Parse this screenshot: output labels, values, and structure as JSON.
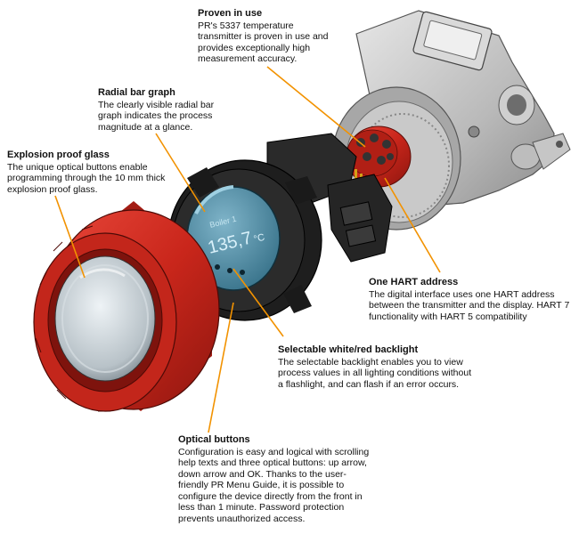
{
  "colors": {
    "leader_line": "#f29200",
    "housing_red": "#d42a1f",
    "housing_grey": "#bfbfbf",
    "display_blue": "#4f8fa8",
    "body_black": "#1e1e1e"
  },
  "display": {
    "line1": "Boiler 1",
    "value": "135,7",
    "unit": "°C"
  },
  "callouts": [
    {
      "id": "proven",
      "title": "Proven in use",
      "text": "PR's 5337 temperature transmitter is proven in use and provides exceptionally high measurement accuracy."
    },
    {
      "id": "radial",
      "title": "Radial bar graph",
      "text": "The clearly visible radial bar graph indicates the process magnitude at a glance."
    },
    {
      "id": "glass",
      "title": "Explosion proof glass",
      "text": "The unique optical buttons enable programming through the 10 mm thick explosion proof glass."
    },
    {
      "id": "hart",
      "title": "One HART address",
      "text": "The digital interface uses one HART address between the transmitter and the display. HART 7 functionality with HART 5 compatibility"
    },
    {
      "id": "backlight",
      "title": "Selectable white/red backlight",
      "text": "The selectable backlight enables you to view process values in all lighting conditions without a flashlight, and can flash if an error occurs."
    },
    {
      "id": "optical",
      "title": "Optical buttons",
      "text": "Configuration is easy and logical with scrolling help texts and three optical buttons: up arrow, down arrow and OK. Thanks to the user-friendly PR Menu Guide, it is possible to configure the device directly from the front in less than 1 minute. Password protection prevents unauthorized access."
    }
  ]
}
